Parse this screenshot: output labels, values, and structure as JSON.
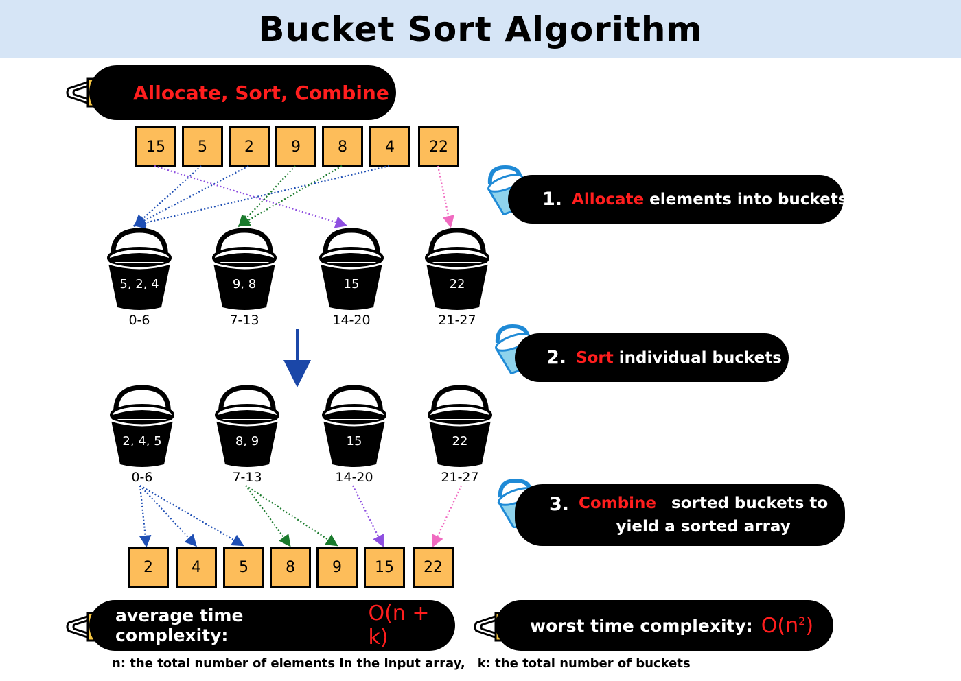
{
  "title": "Bucket Sort Algorithm",
  "header_pill": {
    "label": "Allocate, Sort, Combine"
  },
  "input_array": [
    "15",
    "5",
    "2",
    "9",
    "8",
    "4",
    "22"
  ],
  "steps": [
    {
      "number": "1.",
      "keyword": "Allocate",
      "rest": "elements into buckets"
    },
    {
      "number": "2.",
      "keyword": "Sort",
      "rest": "individual buckets"
    },
    {
      "number": "3.",
      "keyword": "Combine",
      "rest_line1": "sorted buckets to",
      "rest_line2": "yield a sorted array"
    }
  ],
  "buckets_unsorted": [
    {
      "content": "5, 2, 4",
      "range": "0-6"
    },
    {
      "content": "9, 8",
      "range": "7-13"
    },
    {
      "content": "15",
      "range": "14-20"
    },
    {
      "content": "22",
      "range": "21-27"
    }
  ],
  "buckets_sorted": [
    {
      "content": "2, 4, 5",
      "range": "0-6"
    },
    {
      "content": "8, 9",
      "range": "7-13"
    },
    {
      "content": "15",
      "range": "14-20"
    },
    {
      "content": "22",
      "range": "21-27"
    }
  ],
  "output_array": [
    "2",
    "4",
    "5",
    "8",
    "9",
    "15",
    "22"
  ],
  "complexity": {
    "average_label": "average time complexity:",
    "average_value": "O(n + k)",
    "worst_label": "worst time complexity:",
    "worst_value_base": "O(n",
    "worst_value_exp": "2",
    "worst_value_close": ")"
  },
  "footnote": {
    "n": "n: the total number of elements in the input array,",
    "k": "k: the total number of buckets"
  },
  "colors": {
    "title_band": "#d6e5f6",
    "accent_red": "#ff1e1e",
    "box_fill": "#fdbd5a",
    "arrow_blue": "#1f4fb4",
    "arrow_green": "#1a7a2c",
    "arrow_purple": "#8e4fe0",
    "arrow_pink": "#f06ac0",
    "down_arrow": "#1b47a8"
  }
}
